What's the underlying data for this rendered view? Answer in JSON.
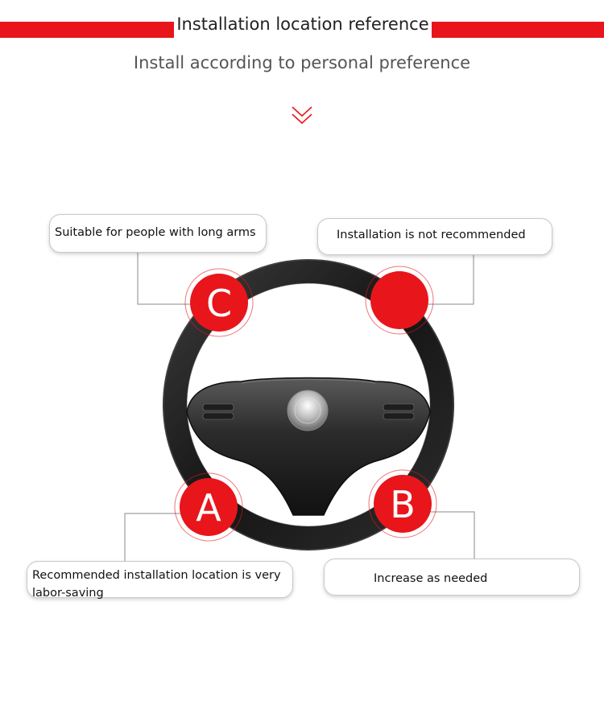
{
  "header": {
    "title": "Installation location reference",
    "subtitle": "Install according to personal preference",
    "accent_color": "#e8151b"
  },
  "chevron_icon": "double-chevron-down",
  "positions": {
    "a": {
      "letter": "A",
      "text": "Recommended installation location is very labor-saving"
    },
    "b": {
      "letter": "B",
      "text": "Increase as needed"
    },
    "c": {
      "letter": "C",
      "text": "Suitable for people with long arms"
    },
    "d": {
      "letter": "",
      "text": "Installation is not recommended"
    }
  }
}
